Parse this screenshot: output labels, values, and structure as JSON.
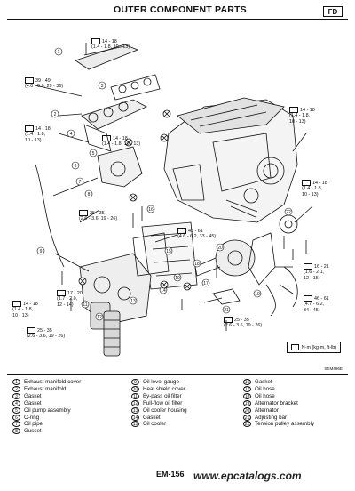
{
  "header": {
    "title": "OUTER COMPONENT PARTS",
    "badge": "FD"
  },
  "torque_specs": [
    {
      "id": "t1",
      "text": "14 - 18\n(1.4 - 1.8, 10 - 13)"
    },
    {
      "id": "t2",
      "text": "39 - 49\n(4.0 - 5.0, 29 - 36)"
    },
    {
      "id": "t3",
      "text": "14 - 18\n(1.4 - 1.8,\n10 - 13)"
    },
    {
      "id": "t4",
      "text": "14 - 18\n(1.4 - 1.8, 10 - 13)"
    },
    {
      "id": "t5",
      "text": "14 - 18\n(1.4 - 1.8,\n10 - 13)"
    },
    {
      "id": "t6",
      "text": "14 - 18\n(1.4 - 1.8,\n10 - 13)"
    },
    {
      "id": "t7",
      "text": "25 - 35\n(2.6 - 3.6, 19 - 26)"
    },
    {
      "id": "t8",
      "text": "45 - 61\n(4.6 - 6.2, 33 - 45)"
    },
    {
      "id": "t9",
      "text": "17 - 20\n(1.7 - 2.0,\n12 - 14)"
    },
    {
      "id": "t10",
      "text": "16 - 21\n(1.6 - 2.1,\n12 - 15)"
    },
    {
      "id": "t11",
      "text": "14 - 18\n(1.4 - 1.8,\n10 - 13)"
    },
    {
      "id": "t12",
      "text": "46 - 61\n(4.7 - 6.2,\n34 - 45)"
    },
    {
      "id": "t13",
      "text": "25 - 35\n(2.6 - 3.6, 19 - 26)"
    },
    {
      "id": "t14",
      "text": "25 - 35\n(2.6 - 3.6, 19 - 26)"
    }
  ],
  "legend": {
    "unit": "N·m (kg-m, ft-lb)",
    "code": "SEM496E"
  },
  "parts": [
    {
      "n": "1",
      "name": "Exhaust manifold cover"
    },
    {
      "n": "2",
      "name": "Exhaust manifold"
    },
    {
      "n": "3",
      "name": "Gasket"
    },
    {
      "n": "4",
      "name": "Gasket"
    },
    {
      "n": "5",
      "name": "Oil pump assembly"
    },
    {
      "n": "6",
      "name": "O-ring"
    },
    {
      "n": "7",
      "name": "Oil pipe"
    },
    {
      "n": "8",
      "name": "Gusset"
    },
    {
      "n": "9",
      "name": "Oil level gauge"
    },
    {
      "n": "10",
      "name": "Heat shield cover"
    },
    {
      "n": "11",
      "name": "By-pass oil filter"
    },
    {
      "n": "12",
      "name": "Full-flow oil filter"
    },
    {
      "n": "13",
      "name": "Oil cooler housing"
    },
    {
      "n": "14",
      "name": "Gasket"
    },
    {
      "n": "15",
      "name": "Oil cooler"
    },
    {
      "n": "16",
      "name": "Gasket"
    },
    {
      "n": "17",
      "name": "Oil hose"
    },
    {
      "n": "18",
      "name": "Oil hose"
    },
    {
      "n": "19",
      "name": "Alternator bracket"
    },
    {
      "n": "20",
      "name": "Alternator"
    },
    {
      "n": "21",
      "name": "Adjusting bar"
    },
    {
      "n": "22",
      "name": "Tension pulley assembly"
    }
  ],
  "footer": {
    "page": "EM-156",
    "watermark": "www.epcatalogs.com"
  }
}
